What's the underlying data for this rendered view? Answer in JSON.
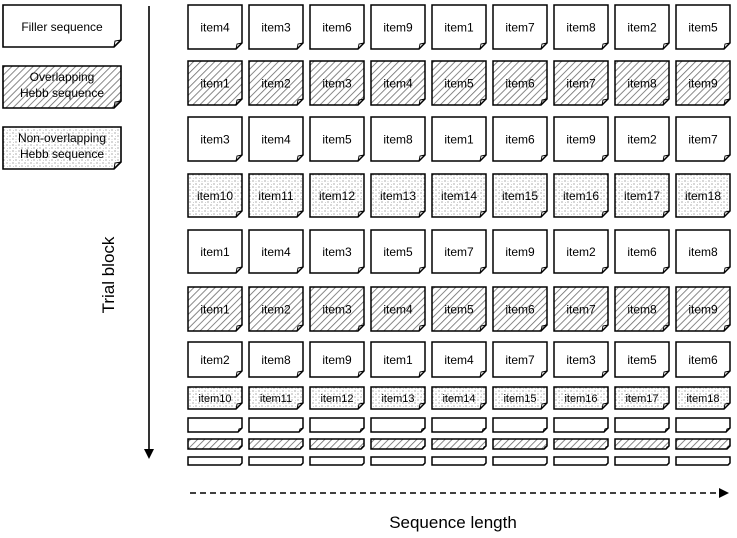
{
  "legend": [
    {
      "label_lines": [
        "Filler sequence"
      ],
      "style": "filler"
    },
    {
      "label_lines": [
        "Overlapping",
        "Hebb sequence"
      ],
      "style": "overlapping"
    },
    {
      "label_lines": [
        "Non-overlapping",
        "Hebb sequence"
      ],
      "style": "nonoverlapping"
    }
  ],
  "axes": {
    "y_label": "Trial block",
    "x_label": "Sequence length"
  },
  "rows": [
    {
      "style": "filler",
      "items": [
        "item4",
        "item3",
        "item6",
        "item9",
        "item1",
        "item7",
        "item8",
        "item2",
        "item5"
      ]
    },
    {
      "style": "overlapping",
      "items": [
        "item1",
        "item2",
        "item3",
        "item4",
        "item5",
        "item6",
        "item7",
        "item8",
        "item9"
      ]
    },
    {
      "style": "filler",
      "items": [
        "item3",
        "item4",
        "item5",
        "item8",
        "item1",
        "item6",
        "item9",
        "item2",
        "item7"
      ]
    },
    {
      "style": "nonoverlapping",
      "items": [
        "item10",
        "item11",
        "item12",
        "item13",
        "item14",
        "item15",
        "item16",
        "item17",
        "item18"
      ]
    },
    {
      "style": "filler",
      "items": [
        "item1",
        "item4",
        "item3",
        "item5",
        "item7",
        "item9",
        "item2",
        "item6",
        "item8"
      ]
    },
    {
      "style": "overlapping",
      "items": [
        "item1",
        "item2",
        "item3",
        "item4",
        "item5",
        "item6",
        "item7",
        "item8",
        "item9"
      ]
    },
    {
      "style": "filler",
      "items": [
        "item2",
        "item8",
        "item9",
        "item1",
        "item4",
        "item7",
        "item3",
        "item5",
        "item6"
      ]
    },
    {
      "style": "nonoverlapping",
      "items": [
        "item10",
        "item11",
        "item12",
        "item13",
        "item14",
        "item15",
        "item16",
        "item17",
        "item18"
      ]
    },
    {
      "style": "filler",
      "items": [
        "",
        "",
        "",
        "",
        "",
        "",
        "",
        "",
        ""
      ]
    },
    {
      "style": "overlapping",
      "items": [
        "",
        "",
        "",
        "",
        "",
        "",
        "",
        "",
        ""
      ]
    },
    {
      "style": "filler",
      "items": [
        "",
        "",
        "",
        "",
        "",
        "",
        "",
        "",
        ""
      ]
    }
  ],
  "colors": {
    "stroke": "#000000",
    "fill": "#ffffff",
    "hatch": "#555555",
    "dots": "#666666"
  }
}
